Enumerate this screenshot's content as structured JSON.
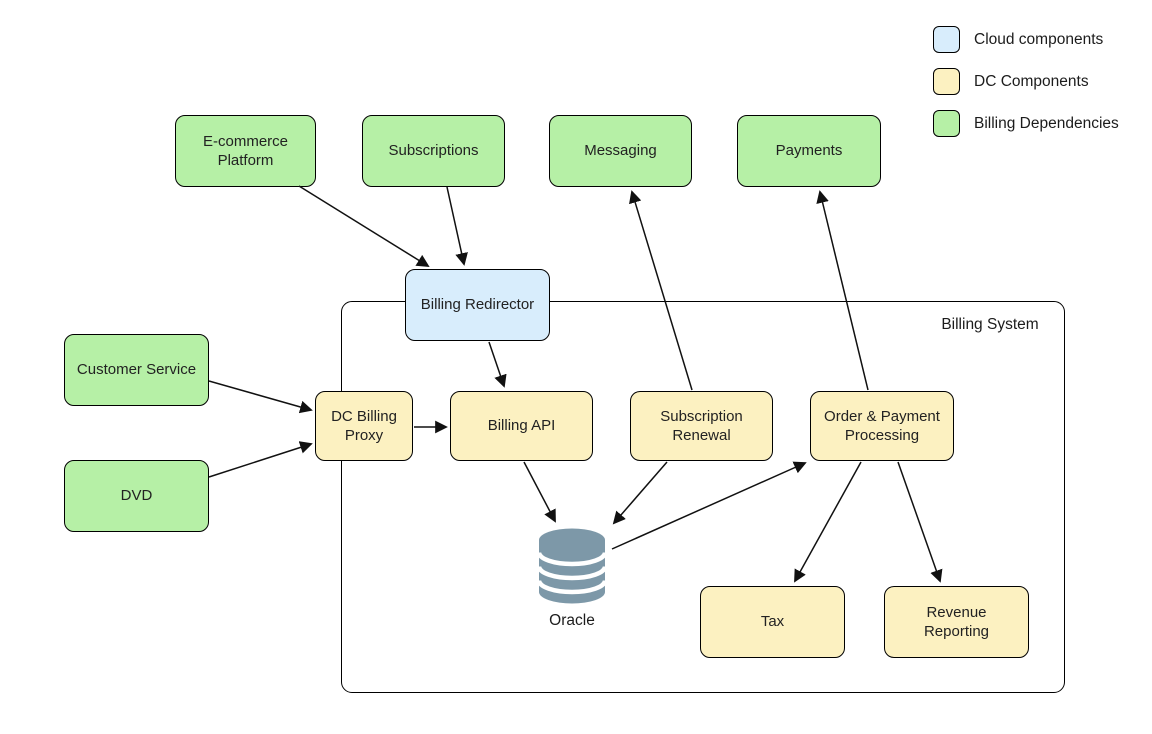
{
  "legend": {
    "items": [
      {
        "name": "cloud-components",
        "label": "Cloud components",
        "color": "#d8edfc"
      },
      {
        "name": "dc-components",
        "label": "DC Components",
        "color": "#fcf1c1"
      },
      {
        "name": "billing-dependencies",
        "label": "Billing Dependencies",
        "color": "#b6f0a6"
      }
    ]
  },
  "diagram": {
    "container_label": "Billing System",
    "nodes": {
      "ecommerce": {
        "label": "E-commerce Platform",
        "type": "billing-dependency"
      },
      "subscriptions": {
        "label": "Subscriptions",
        "type": "billing-dependency"
      },
      "messaging": {
        "label": "Messaging",
        "type": "billing-dependency"
      },
      "payments": {
        "label": "Payments",
        "type": "billing-dependency"
      },
      "billing_redirector": {
        "label": "Billing Redirector",
        "type": "cloud-component"
      },
      "customer_service": {
        "label": "Customer Service",
        "type": "billing-dependency"
      },
      "dvd": {
        "label": "DVD",
        "type": "billing-dependency"
      },
      "dc_billing_proxy": {
        "label": "DC Billing Proxy",
        "type": "dc-component"
      },
      "billing_api": {
        "label": "Billing API",
        "type": "dc-component"
      },
      "subscription_renewal": {
        "label": "Subscription Renewal",
        "type": "dc-component"
      },
      "order_payment_processing": {
        "label": "Order & Payment Processing",
        "type": "dc-component"
      },
      "tax": {
        "label": "Tax",
        "type": "dc-component"
      },
      "revenue_reporting": {
        "label": "Revenue Reporting",
        "type": "dc-component"
      },
      "oracle": {
        "label": "Oracle",
        "type": "database"
      }
    },
    "edges": [
      {
        "from": "E-commerce Platform",
        "to": "Billing Redirector"
      },
      {
        "from": "Subscriptions",
        "to": "Billing Redirector"
      },
      {
        "from": "Billing Redirector",
        "to": "Billing API"
      },
      {
        "from": "Customer Service",
        "to": "DC Billing Proxy"
      },
      {
        "from": "DVD",
        "to": "DC Billing Proxy"
      },
      {
        "from": "DC Billing Proxy",
        "to": "Billing API"
      },
      {
        "from": "Billing API",
        "to": "Oracle"
      },
      {
        "from": "Subscription Renewal",
        "to": "Oracle"
      },
      {
        "from": "Oracle",
        "to": "Order & Payment Processing"
      },
      {
        "from": "Subscription Renewal",
        "to": "Messaging"
      },
      {
        "from": "Order & Payment Processing",
        "to": "Payments"
      },
      {
        "from": "Order & Payment Processing",
        "to": "Tax"
      },
      {
        "from": "Order & Payment Processing",
        "to": "Revenue Reporting"
      }
    ],
    "colors": {
      "cloud": "#d8edfc",
      "dc": "#fcf1c1",
      "dependency": "#b6f0a6",
      "database": "#7d98a8",
      "stroke": "#000000"
    }
  }
}
